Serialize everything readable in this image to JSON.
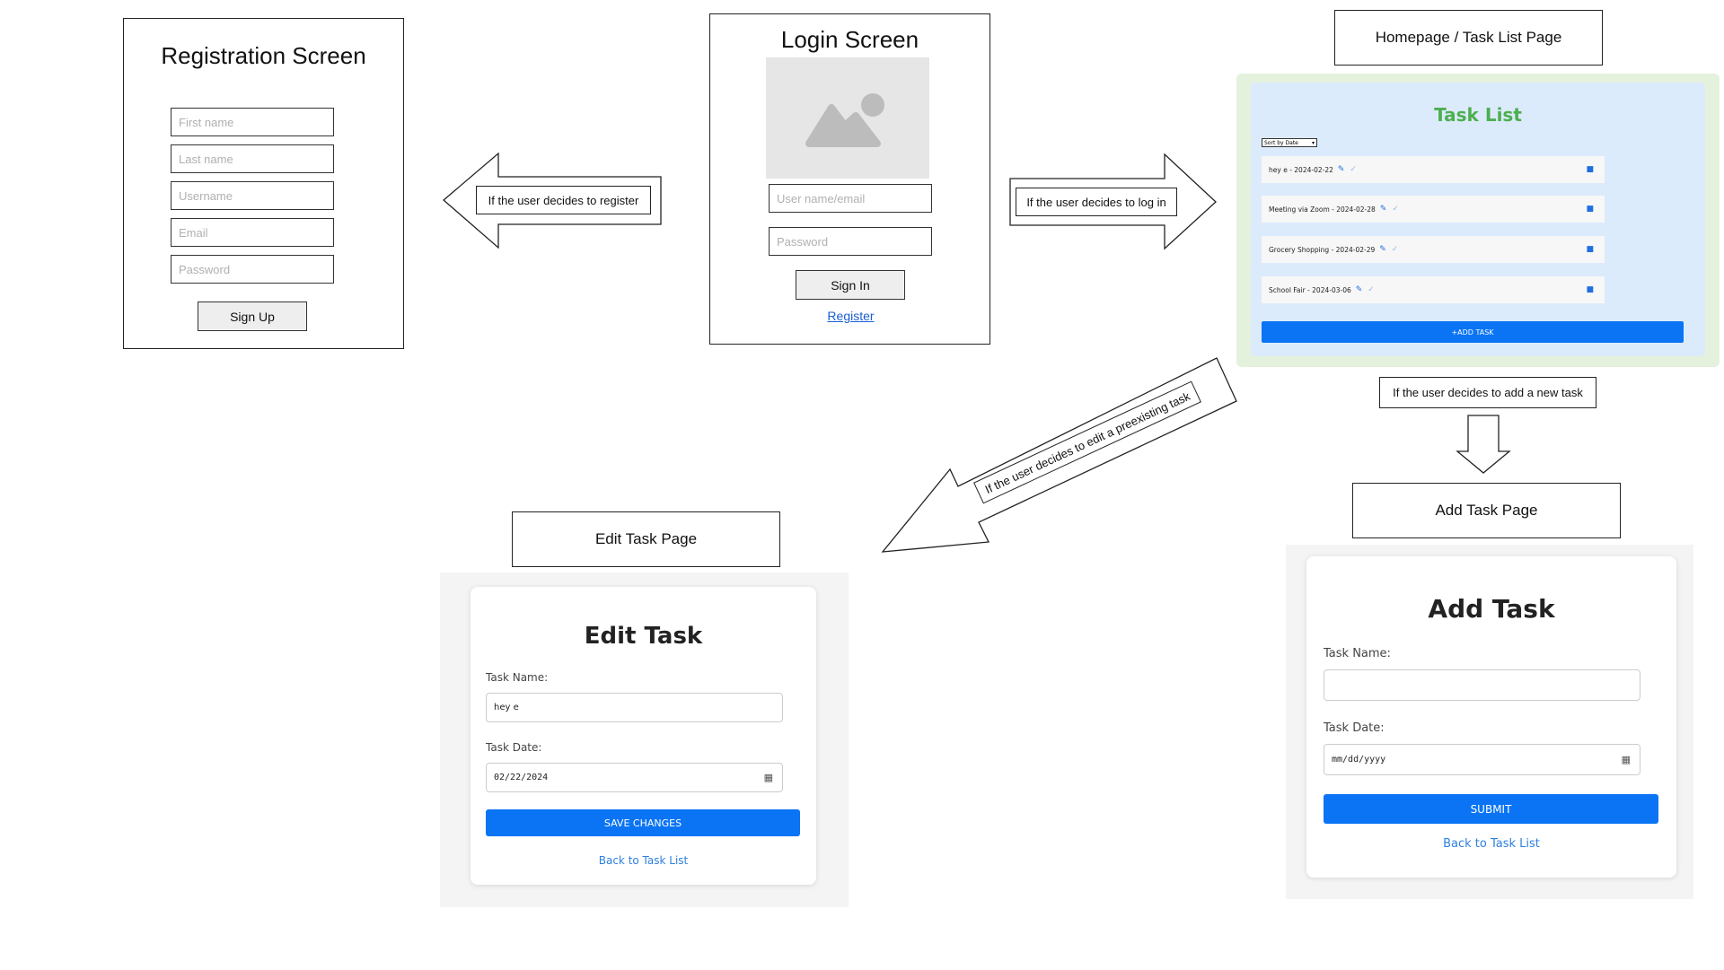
{
  "registration": {
    "title": "Registration Screen",
    "fields": [
      {
        "placeholder": "First name"
      },
      {
        "placeholder": "Last name"
      },
      {
        "placeholder": "Username"
      },
      {
        "placeholder": "Email"
      },
      {
        "placeholder": "Password"
      }
    ],
    "signup_label": "Sign Up"
  },
  "login": {
    "title": "Login Screen",
    "image_icon": "image-placeholder-icon",
    "username_placeholder": "User name/email",
    "password_placeholder": "Password",
    "signin_label": "Sign In",
    "register_link": "Register"
  },
  "homepage": {
    "label": "Homepage / Task List Page",
    "task_list": {
      "title": "Task List",
      "sort_label": "Sort by Date",
      "tasks": [
        {
          "text": "hey e - 2024-02-22"
        },
        {
          "text": "Meeting via Zoom - 2024-02-28"
        },
        {
          "text": "Grocery Shopping - 2024-02-29"
        },
        {
          "text": "School Fair - 2024-03-06"
        }
      ],
      "add_task_label": "+ADD TASK",
      "accent_green": "#4caf50",
      "accent_blue": "#0a74f5"
    }
  },
  "arrows": {
    "register": "If the user decides to register",
    "login": "If the user decides to log in",
    "add_new": "If the user decides to add a new task",
    "edit": "If the user decides to edit a preexisting task"
  },
  "edit_task": {
    "label": "Edit Task Page",
    "heading": "Edit Task",
    "name_label": "Task Name:",
    "name_value": "hey e",
    "date_label": "Task Date:",
    "date_value": "02/22/2024",
    "save_label": "SAVE CHANGES",
    "back_link": "Back to Task List"
  },
  "add_task": {
    "label": "Add Task Page",
    "heading": "Add Task",
    "name_label": "Task Name:",
    "name_value": "",
    "date_label": "Task Date:",
    "date_value": "mm/dd/yyyy",
    "submit_label": "SUBMIT",
    "back_link": "Back to Task List"
  }
}
